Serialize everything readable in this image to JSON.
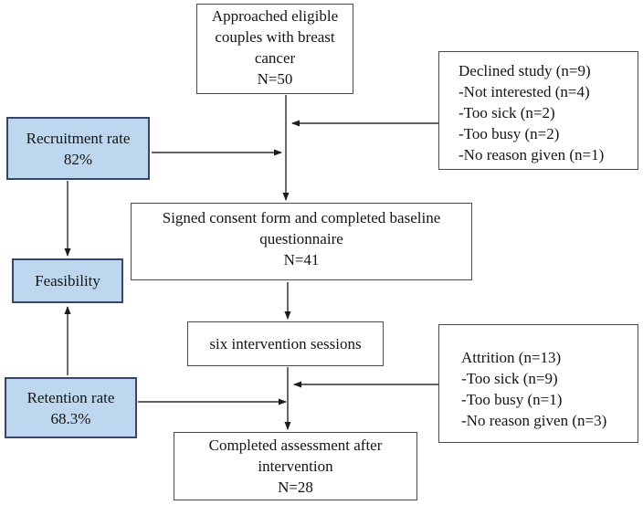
{
  "diagram": {
    "boxes": {
      "approached": {
        "text": "Approached eligible couples with breast cancer",
        "n": "N=50"
      },
      "declined": {
        "title": "Declined study (n=9)",
        "items": [
          "-Not interested (n=4)",
          "-Too sick (n=2)",
          "-Too busy (n=2)",
          "-No reason given (n=1)"
        ]
      },
      "recruitment": {
        "label": "Recruitment rate",
        "value": "82%"
      },
      "consent": {
        "text": "Signed consent form and completed baseline questionnaire",
        "n": "N=41"
      },
      "feasibility": {
        "label": "Feasibility"
      },
      "sessions": {
        "label": "six intervention sessions"
      },
      "attrition": {
        "title": "Attrition (n=13)",
        "items": [
          "-Too sick (n=9)",
          "-Too busy (n=1)",
          "-No reason given (n=3)"
        ]
      },
      "retention": {
        "label": "Retention rate",
        "value": "68.3%"
      },
      "completed": {
        "text": "Completed assessment after intervention",
        "n": "N=28"
      }
    },
    "colors": {
      "highlight_fill": "#bdd7ee",
      "highlight_border": "#35456b",
      "box_border": "#4a4a4a",
      "arrow": "#2b2b2b"
    }
  }
}
